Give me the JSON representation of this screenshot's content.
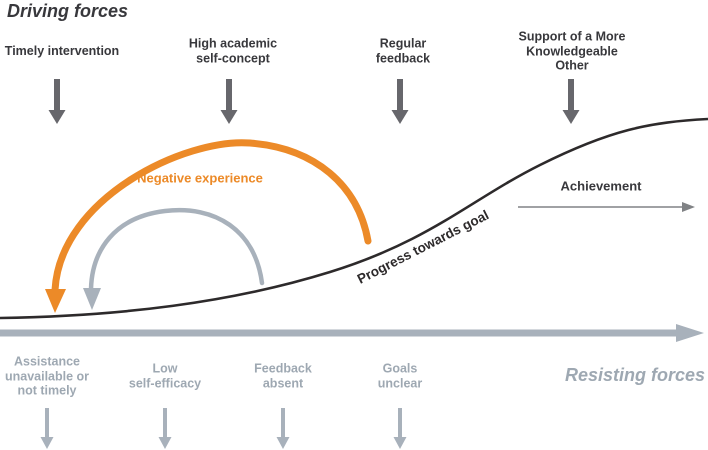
{
  "title": "Driving forces",
  "resisting_title": "Resisting forces",
  "colors": {
    "accent_orange": "#EC8A28",
    "text_dark": "#38383C",
    "curve_ink": "#2D2A2B",
    "shape_gray": "#A8B1BB",
    "text_gray": "#9EA8B2",
    "arrow_dark_gray": "#67676C",
    "arrow_thin_gray": "#808285"
  },
  "driving_factors": [
    {
      "lines": [
        "Timely intervention"
      ]
    },
    {
      "lines": [
        "High academic",
        "self-concept"
      ]
    },
    {
      "lines": [
        "Regular",
        "feedback"
      ]
    },
    {
      "lines": [
        "Support of a More",
        "Knowledgeable",
        "Other"
      ]
    }
  ],
  "resisting_factors": [
    {
      "lines": [
        "Assistance",
        "unavailable or",
        "not timely"
      ]
    },
    {
      "lines": [
        "Low",
        "self-efficacy"
      ]
    },
    {
      "lines": [
        "Feedback",
        "absent"
      ]
    },
    {
      "lines": [
        "Goals",
        "unclear"
      ]
    }
  ],
  "annotations": {
    "negative_experience": "Negative experience",
    "progress_curve": "Progress towards goal",
    "achievement": "Achievement"
  }
}
